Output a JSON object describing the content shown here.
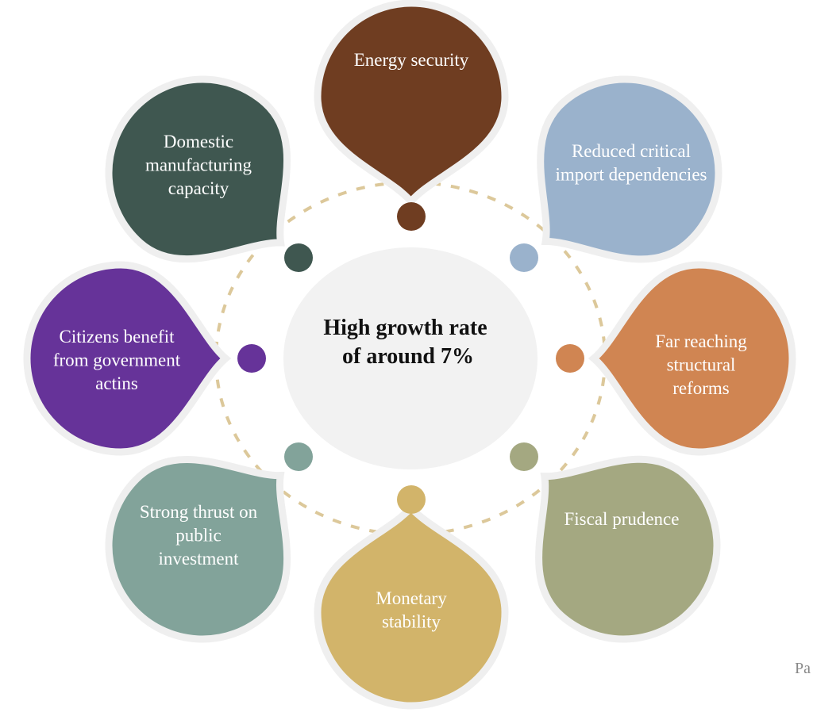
{
  "center": {
    "lines": [
      "High growth rate",
      "of around 7%"
    ],
    "color": "#f2f2f2"
  },
  "ring_color": "#dcc89a",
  "petals": [
    {
      "lines": [
        "Energy security"
      ],
      "color": "#6f3d21"
    },
    {
      "lines": [
        "Reduced critical",
        "import dependencies"
      ],
      "color": "#9ab2cc"
    },
    {
      "lines": [
        "Far reaching",
        "structural",
        "reforms"
      ],
      "color": "#d08552"
    },
    {
      "lines": [
        "Fiscal prudence"
      ],
      "color": "#a4a881"
    },
    {
      "lines": [
        "Monetary",
        "stability"
      ],
      "color": "#d2b46a"
    },
    {
      "lines": [
        "Strong thrust on",
        "public",
        "investment"
      ],
      "color": "#82a39a"
    },
    {
      "lines": [
        "Citizens benefit",
        "from government",
        "actins"
      ],
      "color": "#663399"
    },
    {
      "lines": [
        "Domestic",
        "manufacturing",
        "capacity"
      ],
      "color": "#3f5750"
    }
  ],
  "corner_text": "Pa"
}
